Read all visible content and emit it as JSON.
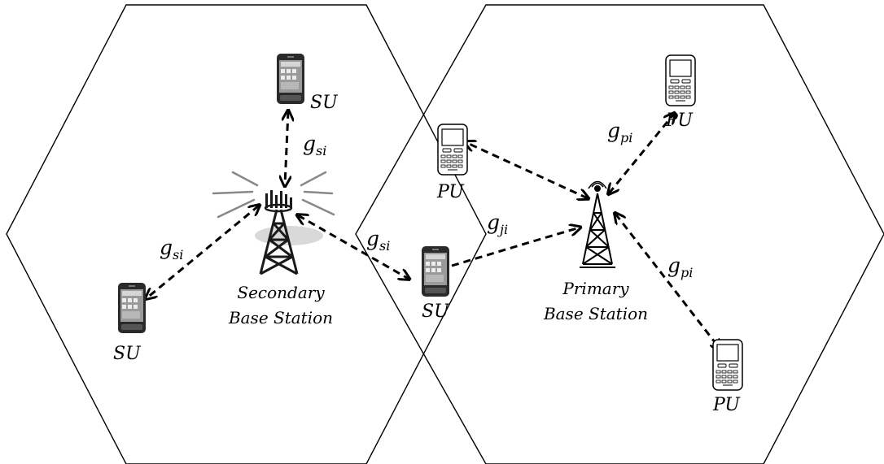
{
  "diagram": {
    "nodes": {
      "su_top": "SU",
      "su_left": "SU",
      "su_mid": "SU",
      "pu_mid": "PU",
      "pu_top_right": "PU",
      "pu_bottom_right": "PU"
    },
    "stations": {
      "secondary_line1": "Secondary",
      "secondary_line2": "Base Station",
      "primary_line1": "Primary",
      "primary_line2": "Base Station"
    },
    "channels": {
      "sbs_su_top": {
        "base": "g",
        "sub": "si"
      },
      "sbs_su_left": {
        "base": "g",
        "sub": "si"
      },
      "sbs_su_mid": {
        "base": "g",
        "sub": "si"
      },
      "su_mid_pbs": {
        "base": "g",
        "sub": "ji"
      },
      "pbs_pu_top": {
        "base": "g",
        "sub": "pi"
      },
      "pbs_pu_bottom": {
        "base": "g",
        "sub": "pi"
      }
    }
  }
}
